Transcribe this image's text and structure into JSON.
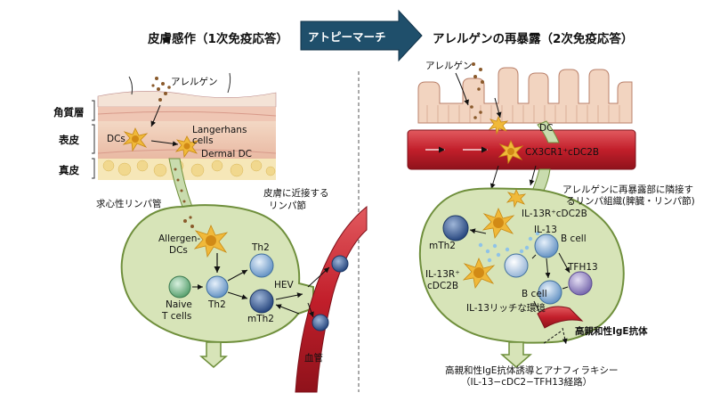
{
  "header": {
    "left_title": "皮膚感作（1次免疫応答）",
    "arrow_label": "アトピーマーチ",
    "right_title": "アレルゲンの再暴露（2次免疫応答）"
  },
  "left_panel": {
    "layers": [
      "角質層",
      "表皮",
      "真皮"
    ],
    "allergen": "アレルゲン",
    "dcs": "DCs",
    "langerhans_1": "Langerhans",
    "langerhans_2": "cells",
    "dermal_dc": "Dermal DC",
    "afferent_lymph": "求心性リンパ管",
    "near_node_1": "皮膚に近接する",
    "near_node_2": "リンパ節",
    "allergen_dcs_1": "Allergen-",
    "allergen_dcs_2": "DCs",
    "th2_top": "Th2",
    "naive_1": "Naive",
    "naive_2": "T cells",
    "th2_mid": "Th2",
    "mth2": "mTh2",
    "hev": "HEV",
    "blood_vessel": "血管"
  },
  "right_panel": {
    "allergen": "アレルゲン",
    "dc": "DC",
    "cx3cr1": "CX3CR1⁺cDC2B",
    "adjacent_1": "アレルゲンに再暴露部に隣接す",
    "adjacent_2": "るリンパ組織(脾臓・リンパ節)",
    "il13r_top": "IL-13R⁺cDC2B",
    "il13": "IL-13",
    "mth2": "mTh2",
    "bcell_top": "B cell",
    "tfh": "TFH13",
    "il13r_left_1": "IL-13R⁺",
    "il13r_left_2": "cDC2B",
    "bcell_bottom": "B cell",
    "il13_rich": "IL-13リッチな環境",
    "high_affinity_ige": "高親和性IgE抗体",
    "induction_1": "高親和性IgE抗体誘導とアナフィラキシー",
    "induction_2": "（IL-13−cDC2−TFH13経路）"
  },
  "colors": {
    "node_fill": "#d7e4b8",
    "node_stroke": "#6f8f3c",
    "header_arrow": "#1f4f6b",
    "vessel": "#c8222d",
    "dc_yellow": "#f0b93a",
    "th2_blue": "#6a98c8",
    "mth2_navy": "#2a4f86",
    "naive_green": "#6fb583",
    "tfh_purple": "#8a7cb8"
  }
}
